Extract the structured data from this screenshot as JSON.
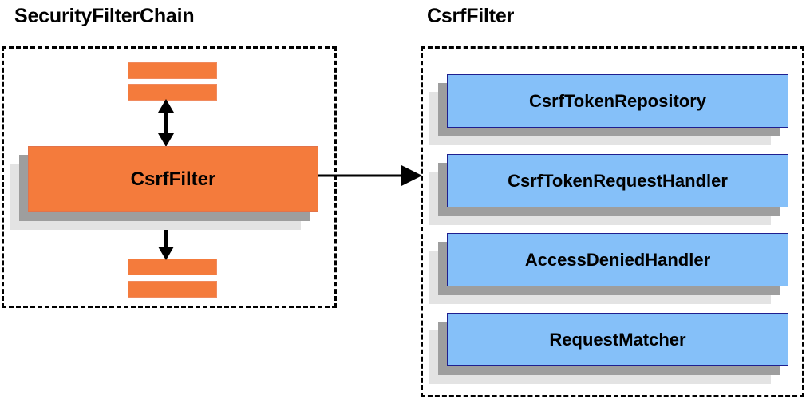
{
  "diagram": {
    "panels": [
      {
        "id": "security-filter-chain",
        "title": "SecurityFilterChain",
        "highlighted_node": "CsrfFilter",
        "chain_bars": [
          "",
          "",
          "",
          ""
        ],
        "colors": {
          "node_fill": "#F47B3C",
          "node_border": "#E2734A",
          "shadow_near": "#9E9E9E",
          "shadow_far": "#E3E3E3",
          "container_border": "#000000"
        }
      },
      {
        "id": "csrf-filter",
        "title": "CsrfFilter",
        "collaborators": [
          "CsrfTokenRepository",
          "CsrfTokenRequestHandler",
          "AccessDeniedHandler",
          "RequestMatcher"
        ],
        "colors": {
          "node_fill": "#85C0F9",
          "node_border": "#1F1F8F",
          "shadow_near": "#9E9E9E",
          "shadow_far": "#E3E3E3",
          "container_border": "#000000"
        }
      }
    ],
    "connectors": [
      {
        "id": "csrffilter-to-detail",
        "kind": "single-arrow-right",
        "from": "CsrfFilter",
        "to": "CsrfFilter detail panel"
      },
      {
        "id": "chain-above",
        "kind": "double-arrow-vertical",
        "from": "preceding filters",
        "to": "CsrfFilter"
      },
      {
        "id": "chain-below",
        "kind": "double-arrow-vertical",
        "from": "CsrfFilter",
        "to": "following filters"
      }
    ],
    "background": "#FFFFFF"
  }
}
